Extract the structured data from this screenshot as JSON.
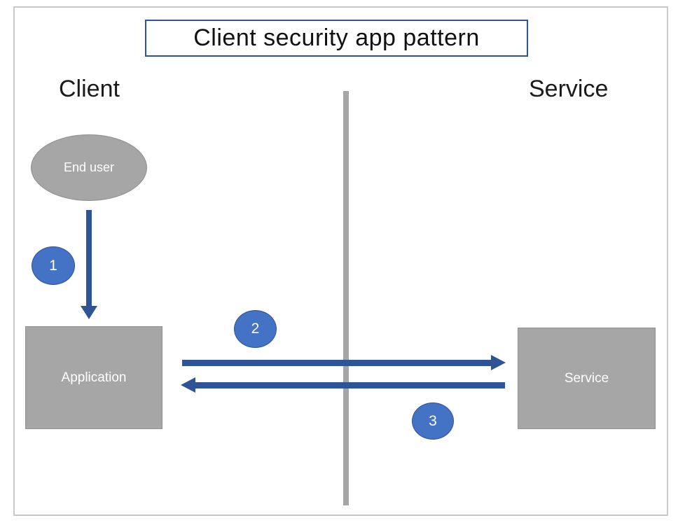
{
  "title": "Client security app pattern",
  "columns": {
    "left": "Client",
    "right": "Service"
  },
  "nodes": {
    "end_user": "End user",
    "application": "Application",
    "service": "Service"
  },
  "steps": [
    {
      "label": "1"
    },
    {
      "label": "2"
    },
    {
      "label": "3"
    }
  ],
  "colors": {
    "arrow_blue": "#2f5496",
    "step_circle_fill": "#4472c4",
    "step_circle_border": "#2f5496",
    "shape_gray": "#a6a6a6",
    "frame_border": "#c9c9c9",
    "title_border": "#2f5496",
    "shape_text": "#ffffff",
    "label_text": "#1a1a1a"
  }
}
